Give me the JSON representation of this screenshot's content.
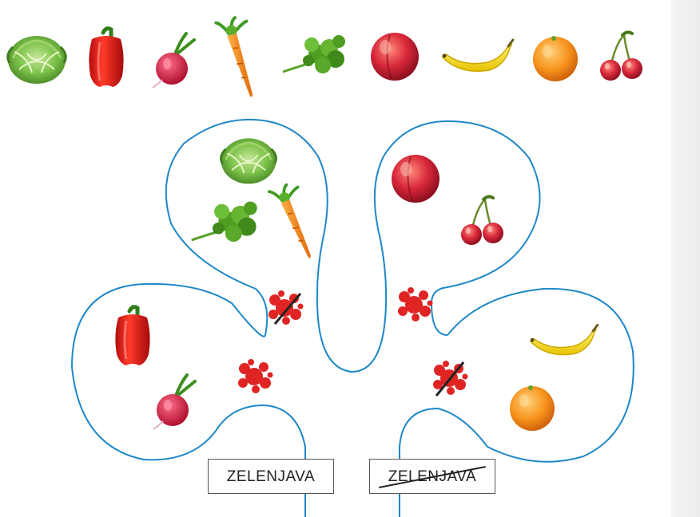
{
  "colors": {
    "outline": "#1e88c8",
    "splat": "#e02424",
    "strike": "#222222"
  },
  "fruit_row": {
    "items": [
      "lettuce",
      "red-pepper",
      "radish",
      "carrot",
      "parsley",
      "nectarine",
      "banana",
      "orange",
      "cherries"
    ]
  },
  "groups": [
    {
      "name": "top-left-lobe",
      "items": [
        "lettuce",
        "parsley",
        "carrot"
      ]
    },
    {
      "name": "top-right-lobe",
      "items": [
        "nectarine",
        "cherries"
      ]
    },
    {
      "name": "left-lobe",
      "items": [
        "red-pepper",
        "radish"
      ]
    },
    {
      "name": "right-lobe",
      "items": [
        "banana",
        "orange"
      ]
    }
  ],
  "labels": {
    "left": "ZELENJAVA",
    "right": "ZELENJAVA"
  }
}
